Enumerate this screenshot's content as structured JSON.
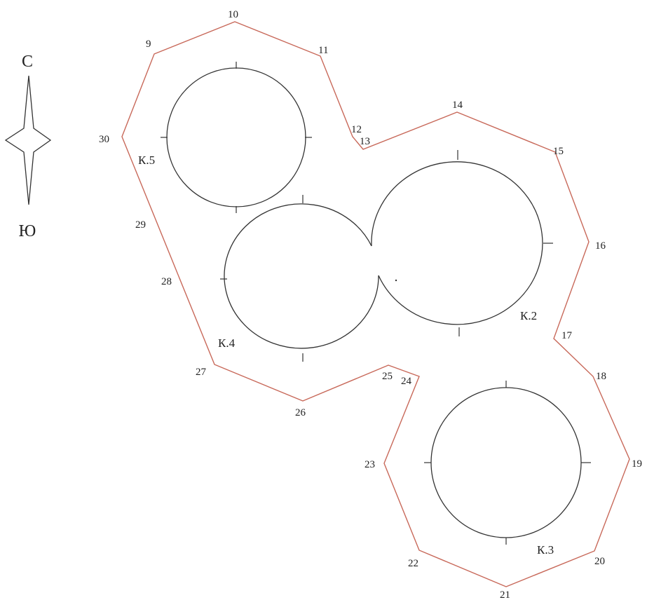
{
  "compass": {
    "north": "С",
    "south": "Ю"
  },
  "points": [
    {
      "id": "p9",
      "label": "9"
    },
    {
      "id": "p10",
      "label": "10"
    },
    {
      "id": "p11",
      "label": "11"
    },
    {
      "id": "p12",
      "label": "12"
    },
    {
      "id": "p13",
      "label": "13"
    },
    {
      "id": "p14",
      "label": "14"
    },
    {
      "id": "p15",
      "label": "15"
    },
    {
      "id": "p16",
      "label": "16"
    },
    {
      "id": "p17",
      "label": "17"
    },
    {
      "id": "p18",
      "label": "18"
    },
    {
      "id": "p19",
      "label": "19"
    },
    {
      "id": "p20",
      "label": "20"
    },
    {
      "id": "p21",
      "label": "21"
    },
    {
      "id": "p22",
      "label": "22"
    },
    {
      "id": "p23",
      "label": "23"
    },
    {
      "id": "p24",
      "label": "24"
    },
    {
      "id": "p25",
      "label": "25"
    },
    {
      "id": "p26",
      "label": "26"
    },
    {
      "id": "p27",
      "label": "27"
    },
    {
      "id": "p28",
      "label": "28"
    },
    {
      "id": "p29",
      "label": "29"
    },
    {
      "id": "p30",
      "label": "30"
    }
  ],
  "structures": [
    {
      "id": "k5",
      "label": "К.5"
    },
    {
      "id": "k4",
      "label": "К.4"
    },
    {
      "id": "k2",
      "label": "К.2"
    },
    {
      "id": "k3",
      "label": "К.3"
    }
  ],
  "colors": {
    "boundary": "#c8695a",
    "outline": "#333333"
  }
}
